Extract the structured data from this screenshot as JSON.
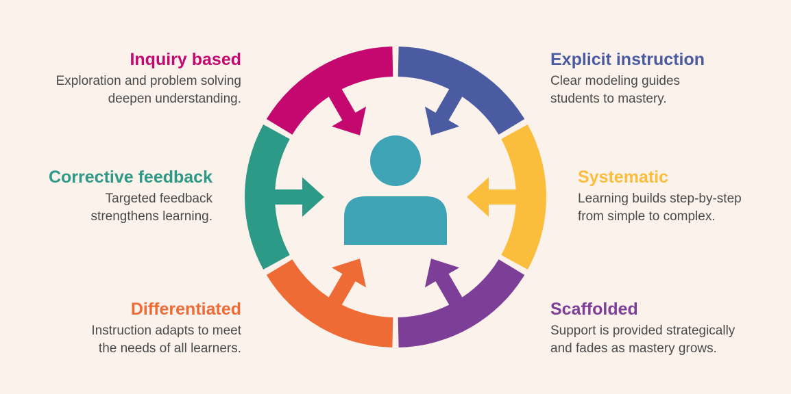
{
  "colors": {
    "background": "#fbf2eb",
    "inquiry": "#c4086f",
    "explicit": "#4b5ba2",
    "systematic": "#fbbd3c",
    "scaffolded": "#7d3e97",
    "differentiated": "#ef6b36",
    "corrective": "#2c9a86",
    "person": "#3ea3b5"
  },
  "segments": [
    {
      "id": "inquiry",
      "title": "Inquiry based",
      "desc_line1": "Exploration and problem solving",
      "desc_line2": "deepen understanding."
    },
    {
      "id": "explicit",
      "title": "Explicit instruction",
      "desc_line1": "Clear modeling guides",
      "desc_line2": "students to mastery."
    },
    {
      "id": "systematic",
      "title": "Systematic",
      "desc_line1": "Learning builds step-by-step",
      "desc_line2": "from simple to complex."
    },
    {
      "id": "scaffolded",
      "title": "Scaffolded",
      "desc_line1": "Support is provided strategically",
      "desc_line2": "and fades as mastery grows."
    },
    {
      "id": "differentiated",
      "title": "Differentiated",
      "desc_line1": "Instruction adapts to meet",
      "desc_line2": "the needs of all learners."
    },
    {
      "id": "corrective",
      "title": "Corrective feedback",
      "desc_line1": "Targeted feedback",
      "desc_line2": "strengthens learning."
    }
  ],
  "center_icon": "person-icon"
}
